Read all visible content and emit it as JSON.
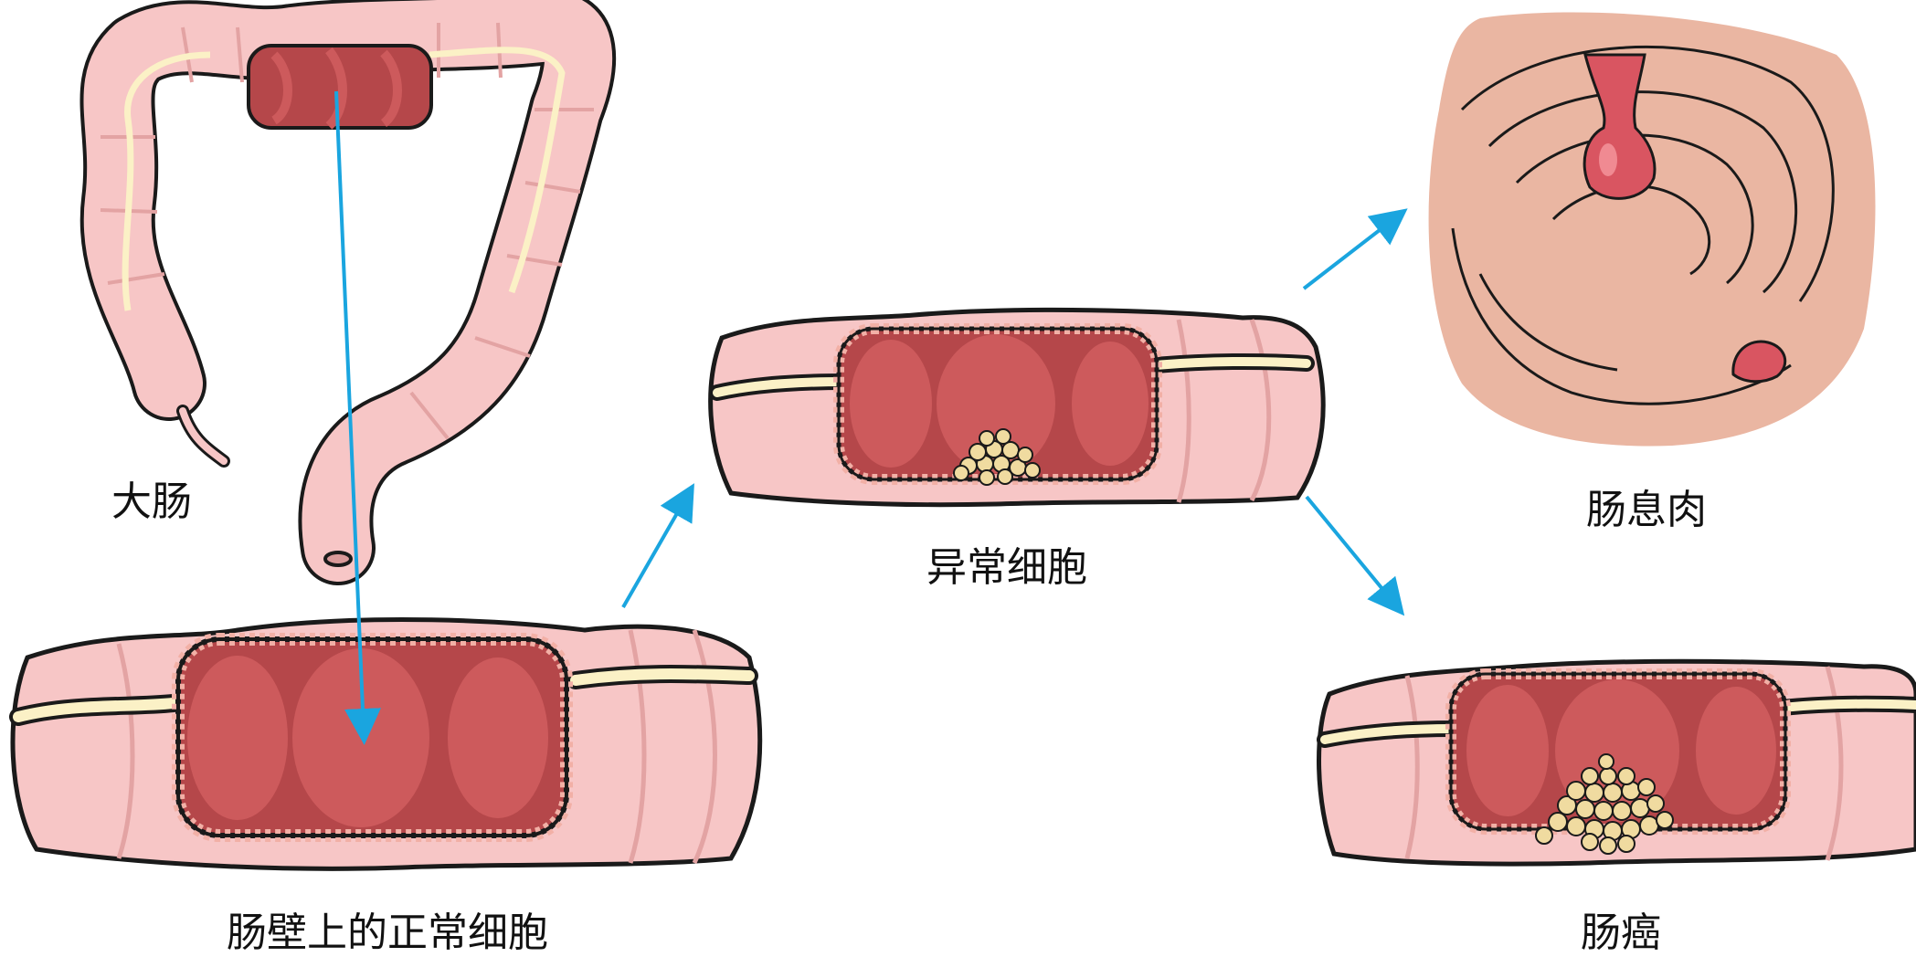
{
  "labels": {
    "colon": "大肠",
    "normal_cells": "肠壁上的正常细胞",
    "abnormal_cells": "异常细胞",
    "polyp": "肠息肉",
    "cancer": "肠癌"
  },
  "colors": {
    "arrow": "#1aa5df",
    "outer_wall": "#f7c6c6",
    "wall_shadow": "#e8a7a7",
    "lumen": "#b5474a",
    "mucosa_fold": "#cd5a5c",
    "fat_band": "#fbf1c6",
    "cell_ring": "#f2b0a6",
    "abnormal_cells": "#f0dba0",
    "polyp_bg": "#eab6a2",
    "polyp": "#d95561",
    "outline": "#1a1a1a"
  }
}
